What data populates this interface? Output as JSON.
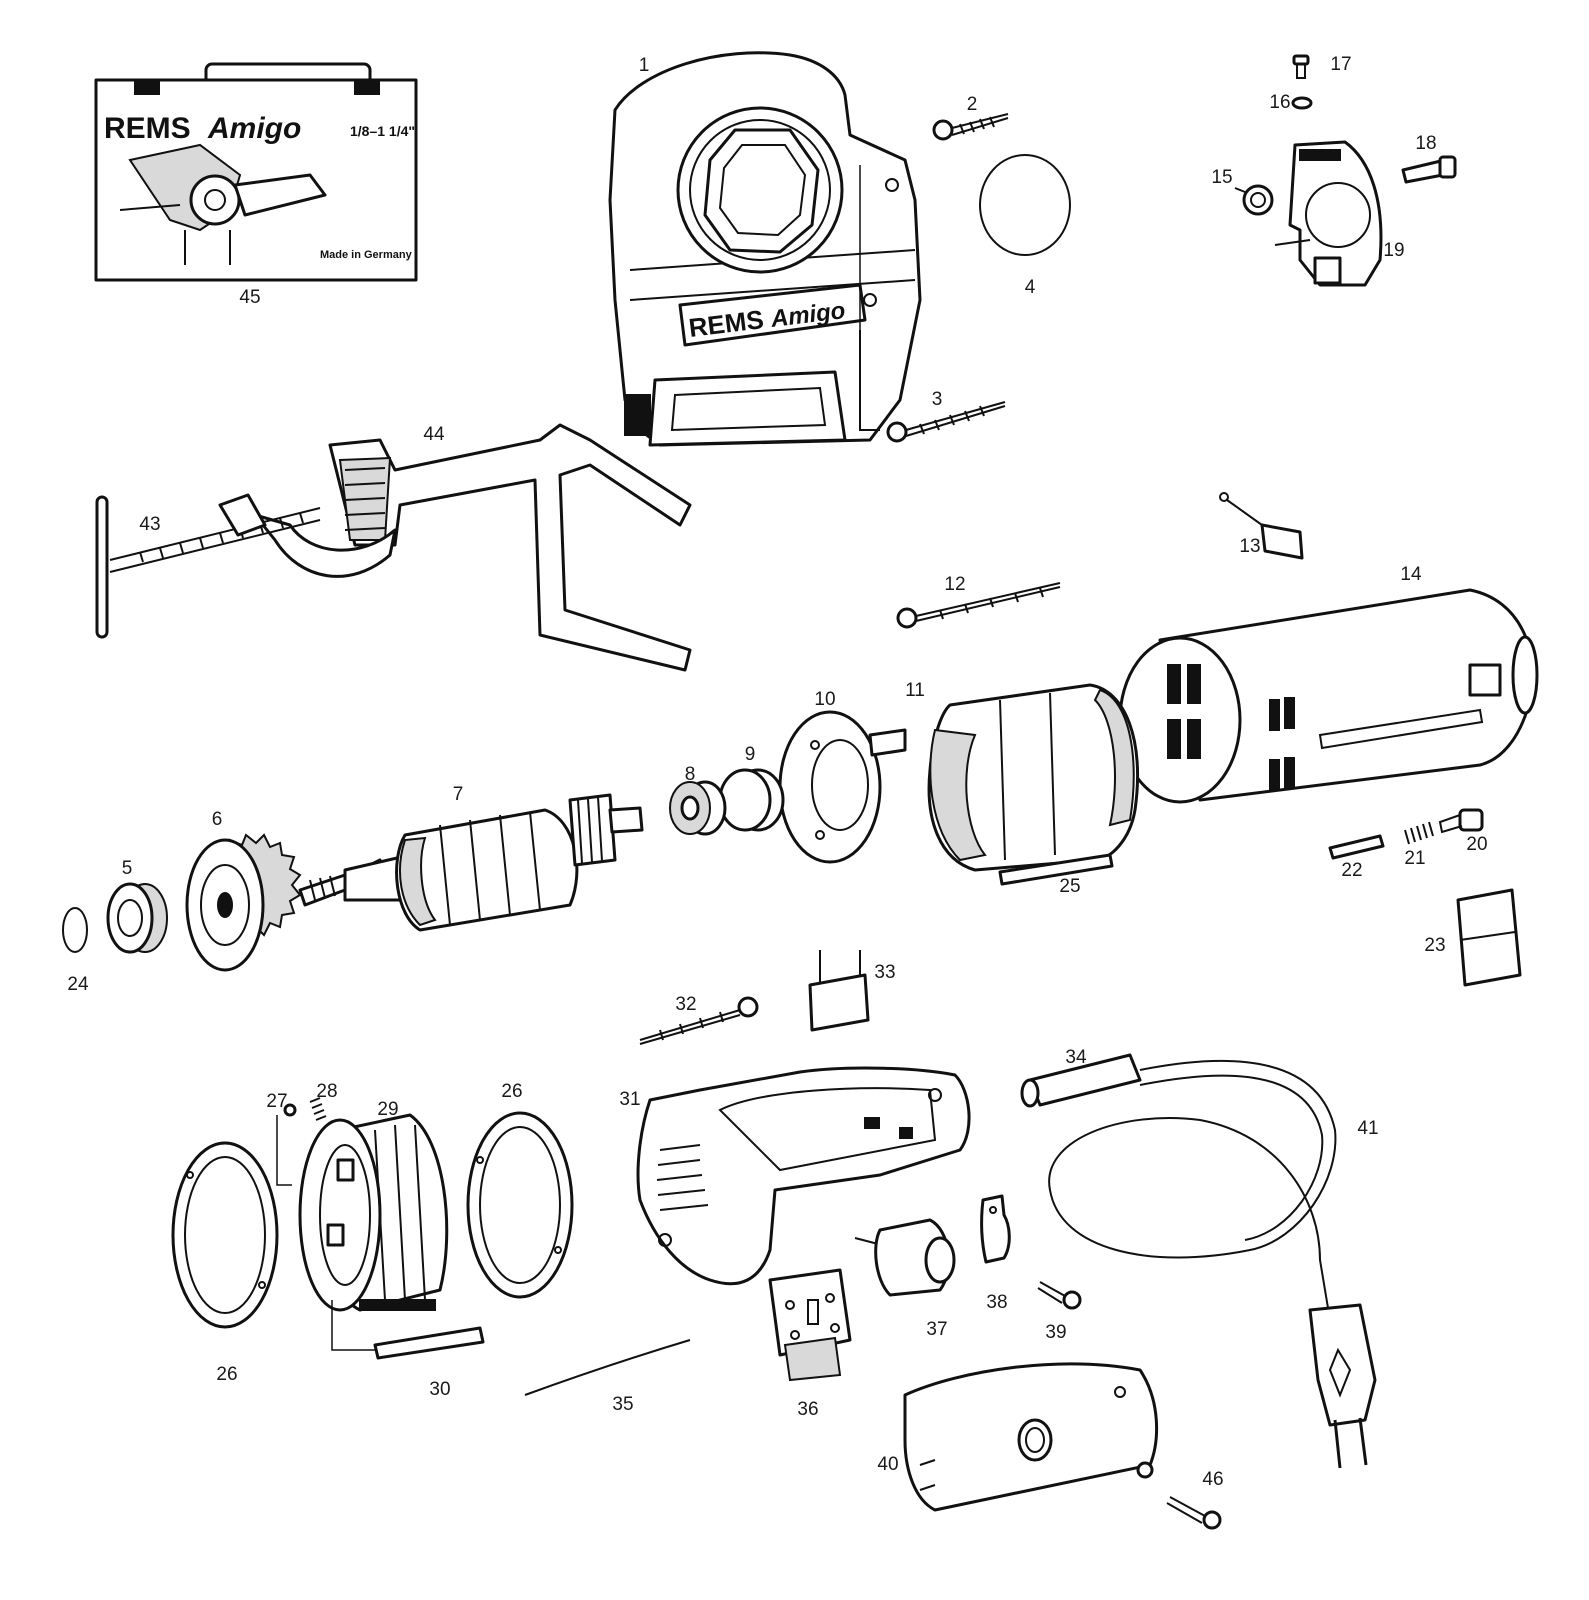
{
  "case_label": {
    "brand": "REMS",
    "model": "Amigo",
    "size_range": "1/8–1 1/4\"",
    "origin": "Made in Germany"
  },
  "housing_label": {
    "brand": "REMS",
    "model": "Amigo"
  },
  "callouts": {
    "p1": "1",
    "p2": "2",
    "p3": "3",
    "p4": "4",
    "p5": "5",
    "p6": "6",
    "p7": "7",
    "p8": "8",
    "p9": "9",
    "p10": "10",
    "p11": "11",
    "p12": "12",
    "p13": "13",
    "p14": "14",
    "p15": "15",
    "p16": "16",
    "p17": "17",
    "p18": "18",
    "p19": "19",
    "p20": "20",
    "p21": "21",
    "p22": "22",
    "p23": "23",
    "p24": "24",
    "p25": "25",
    "p26a": "26",
    "p26b": "26",
    "p27": "27",
    "p28": "28",
    "p29": "29",
    "p30": "30",
    "p31": "31",
    "p32": "32",
    "p33": "33",
    "p34": "34",
    "p35": "35",
    "p36": "36",
    "p37": "37",
    "p38": "38",
    "p39": "39",
    "p40": "40",
    "p41": "41",
    "p43": "43",
    "p44": "44",
    "p45": "45",
    "p46": "46"
  }
}
